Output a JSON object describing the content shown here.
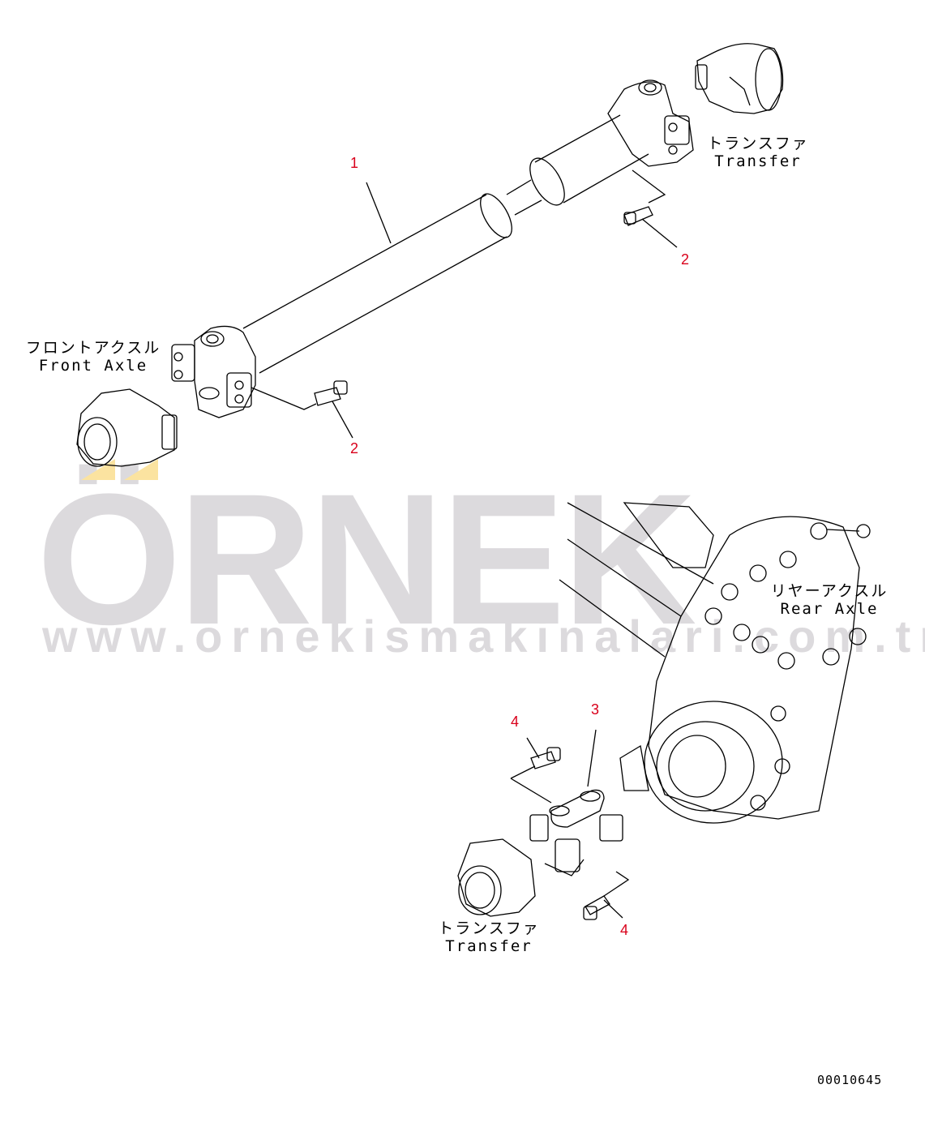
{
  "watermark": {
    "brand": "ÖRNEK",
    "url": "www.ornekismakinalari.com.tr",
    "brand_color": "#dcdadd",
    "accent_color": "#fbe3a0"
  },
  "labels": {
    "transfer_top": {
      "jp": "トランスファ",
      "en": "Transfer"
    },
    "front_axle": {
      "jp": "フロントアクスル",
      "en": "Front Axle"
    },
    "rear_axle": {
      "jp": "リヤーアクスル",
      "en": "Rear Axle"
    },
    "transfer_bottom": {
      "jp": "トランスファ",
      "en": "Transfer"
    }
  },
  "callouts": [
    {
      "id": "1",
      "part": "drive-shaft"
    },
    {
      "id": "2",
      "part": "bolt-rear-end"
    },
    {
      "id": "2",
      "part": "bolt-front-end"
    },
    {
      "id": "3",
      "part": "universal-joint"
    },
    {
      "id": "4",
      "part": "bolt-upper"
    },
    {
      "id": "4",
      "part": "bolt-lower"
    }
  ],
  "callout_color": "#d9001b",
  "document_id": "00010645"
}
